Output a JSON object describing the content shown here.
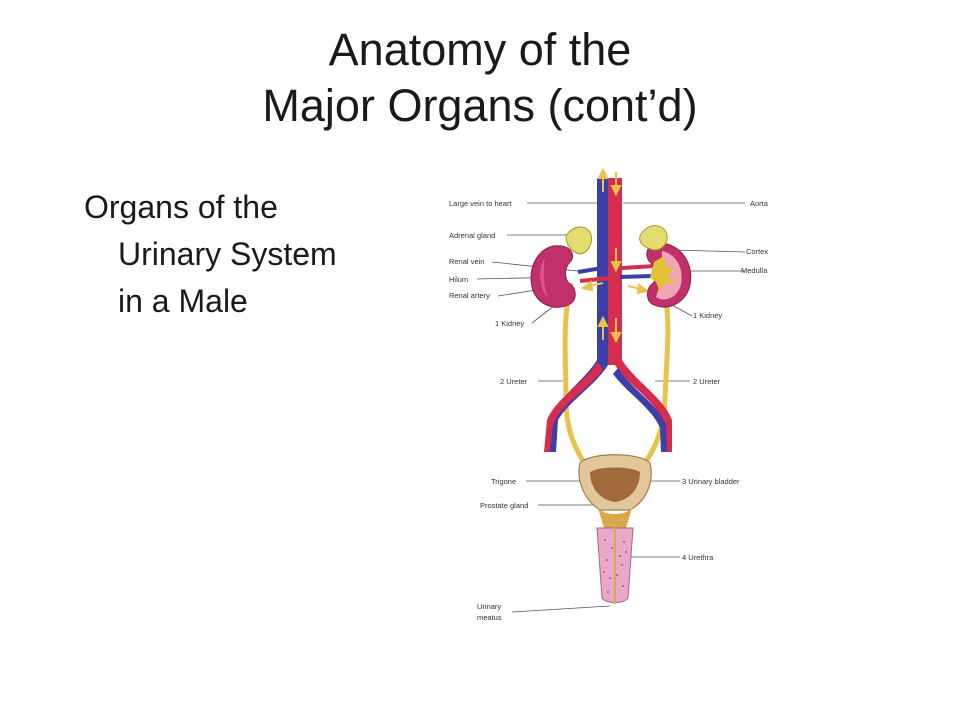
{
  "title": {
    "line1": "Anatomy of the",
    "line2": "Major Organs (cont’d)"
  },
  "bullet": {
    "line1": "Organs of the",
    "line2": "Urinary System",
    "line3": "in a Male"
  },
  "diagram": {
    "left_labels": [
      "Large vein to heart",
      "Adrenal gland",
      "Renal vein",
      "Hilum",
      "Renal artery",
      "1 Kidney",
      "2 Ureter",
      "Trigone",
      "Prostate gland",
      "Urinary",
      "meatus"
    ],
    "right_labels": [
      "Aorta",
      "Cortex",
      "Medulla",
      "1 Kidney",
      "2 Ureter",
      "3 Urinary bladder",
      "4 Urethra"
    ],
    "colors": {
      "vein": "#3b3fa8",
      "artery": "#d42d4e",
      "kidney": "#c0306a",
      "ureter": "#e8c24a",
      "adrenal": "#e4dc70",
      "bladder": "#c89a62",
      "urethra": "#e8a8c8"
    }
  }
}
